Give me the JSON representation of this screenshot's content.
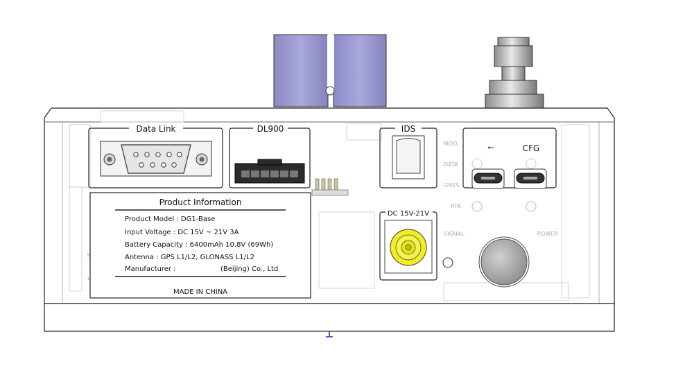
{
  "panels": {
    "data_link": "Data Link",
    "dl900": "DL900",
    "ids": "IDS",
    "cfg": "CFG",
    "dc_input": "DC 15V-21V"
  },
  "product_info": {
    "title": "Product Information",
    "model": "Product Model : DG1-Base",
    "voltage": "Input Voltage : DC 15V ~ 21V 3A",
    "battery": "Battery Capacity : 6400mAh 10.8V (69Wh)",
    "antenna": "Antenna : GPS L1/L2, GLONASS L1/L2",
    "manufacturer_label": "Manufacturer :",
    "manufacturer_name": "(Beijing) Co., Ltd",
    "made_in": "MADE IN CHINA"
  },
  "ghost_labels": {
    "mod": "MOD",
    "data": "DATA",
    "gnss": "GNSS",
    "rtk": "RTK",
    "signal": "SIGNAL",
    "power": "POWER"
  },
  "colors": {
    "outline": "#222222",
    "connector_purple": "#9b9ad0",
    "dc_jack_yellow": "#f2ef1a"
  }
}
